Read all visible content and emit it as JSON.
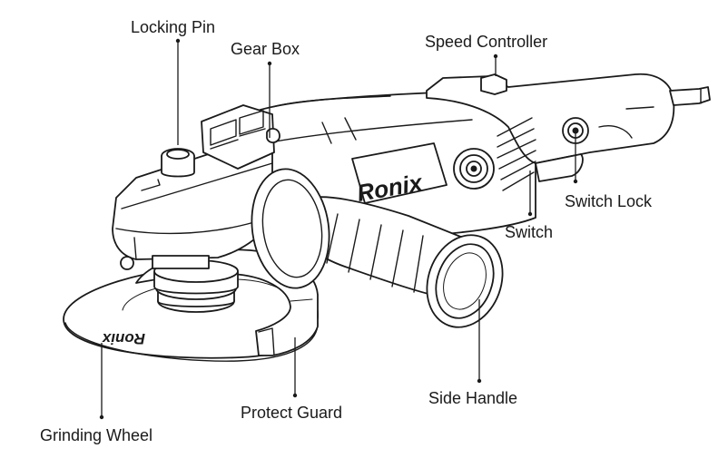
{
  "brand": "Ronix",
  "labels": {
    "locking_pin": "Locking Pin",
    "gear_box": "Gear Box",
    "speed_controller": "Speed Controller",
    "switch_lock": "Switch Lock",
    "switch": "Switch",
    "side_handle": "Side Handle",
    "protect_guard": "Protect Guard",
    "grinding_wheel": "Grinding Wheel"
  }
}
